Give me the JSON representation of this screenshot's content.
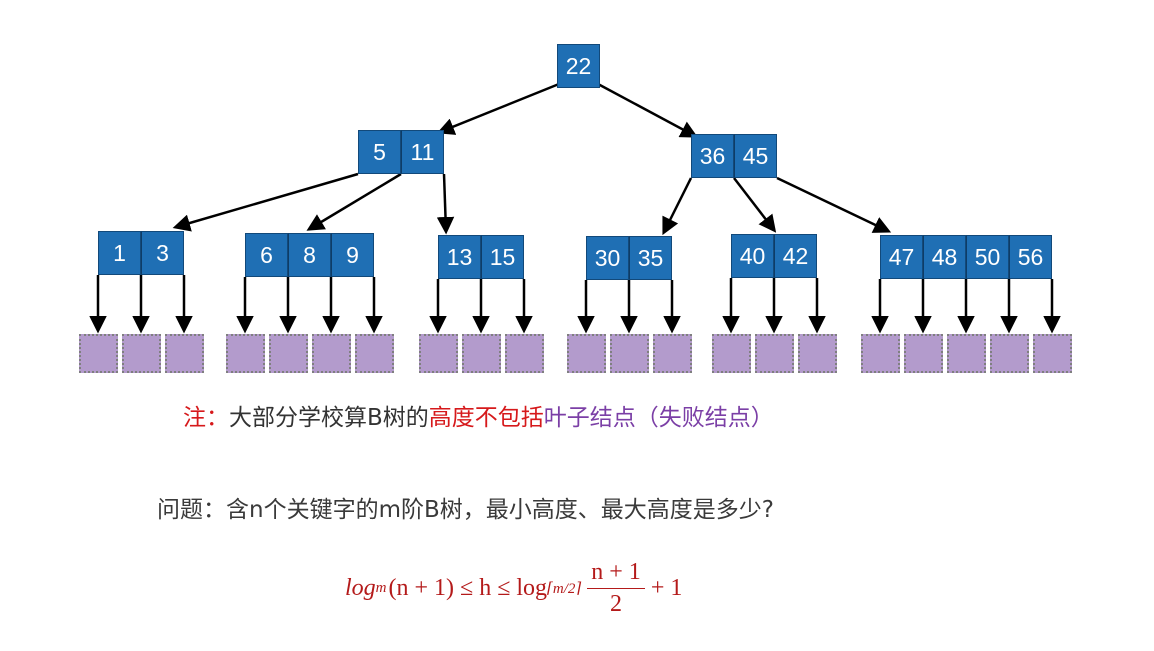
{
  "tree": {
    "root": {
      "keys": [
        "22"
      ]
    },
    "level2": [
      {
        "keys": [
          "5",
          "11"
        ]
      },
      {
        "keys": [
          "36",
          "45"
        ]
      }
    ],
    "level3": [
      {
        "keys": [
          "1",
          "3"
        ]
      },
      {
        "keys": [
          "6",
          "8",
          "9"
        ]
      },
      {
        "keys": [
          "13",
          "15"
        ]
      },
      {
        "keys": [
          "30",
          "35"
        ]
      },
      {
        "keys": [
          "40",
          "42"
        ]
      },
      {
        "keys": [
          "47",
          "48",
          "50",
          "56"
        ]
      }
    ],
    "colors": {
      "node_fill": "#1f6fb4",
      "node_text": "#ffffff",
      "leaf_fill": "#b39bcc",
      "arrow": "#000000"
    }
  },
  "note": {
    "prefix": "注：",
    "text1": "大部分学校算B树的",
    "highlight_red": "高度不包括",
    "highlight_purple": "叶子结点（失败结点）"
  },
  "question": "问题：含n个关键字的m阶B树，最小高度、最大高度是多少?",
  "formula": {
    "left_log": "log",
    "left_sub": "m",
    "left_arg": "(n + 1) ≤ h ≤ log",
    "right_sub": "⌈m/2⌉",
    "frac_num": "n + 1",
    "frac_den": "2",
    "tail": "+ 1"
  }
}
